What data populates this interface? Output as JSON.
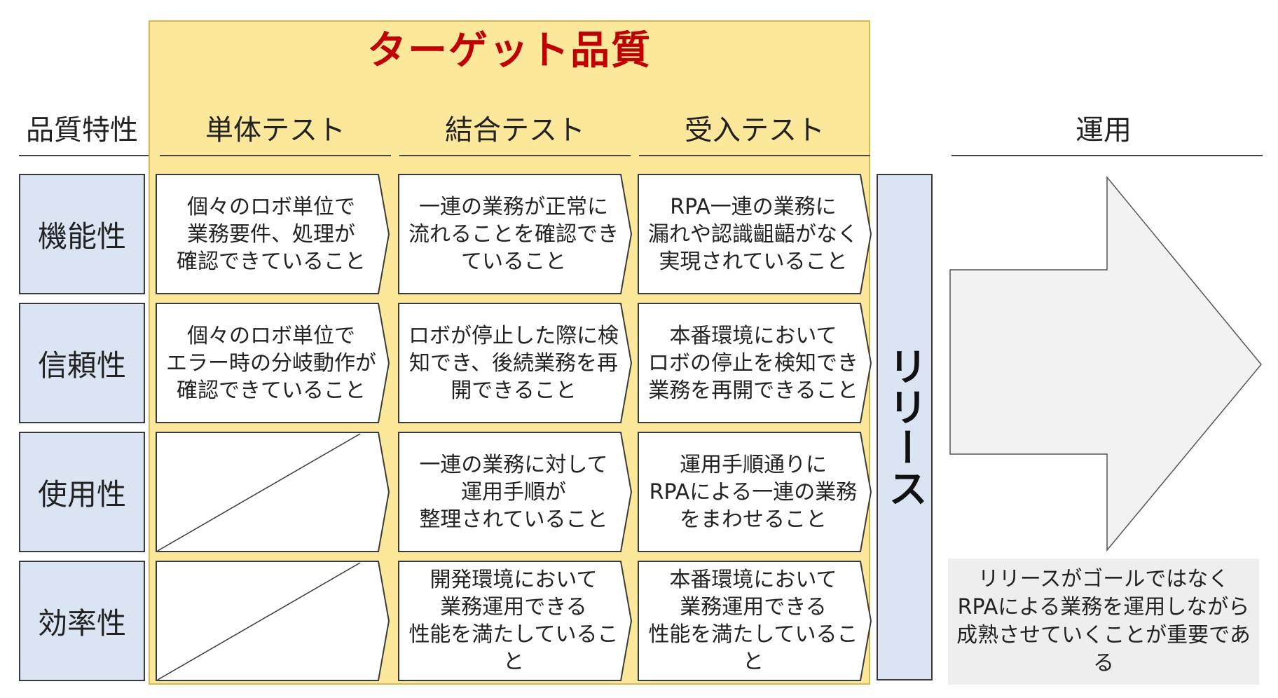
{
  "title": "ターゲット品質",
  "headers": {
    "attribute": "品質特性",
    "unit": "単体テスト",
    "integration": "結合テスト",
    "acceptance": "受入テスト",
    "operation": "運用"
  },
  "rows": [
    {
      "label": "機能性",
      "unit": "個々のロボ単位で\n業務要件、処理が\n確認できていること",
      "integration": "一連の業務が正常に\n流れることを確認でき\nていること",
      "acceptance": "RPA一連の業務に\n漏れや認識齟齬がなく\n実現されていること"
    },
    {
      "label": "信頼性",
      "unit": "個々のロボ単位で\nエラー時の分岐動作が\n確認できていること",
      "integration": "ロボが停止した際に検\n知でき、後続業務を再\n開できること",
      "acceptance": "本番環境において\nロボの停止を検知でき\n業務を再開できること"
    },
    {
      "label": "使用性",
      "unit": "",
      "integration": "一連の業務に対して\n運用手順が\n整理されていること",
      "acceptance": "運用手順通りに\nRPAによる一連の業務\nをまわせること"
    },
    {
      "label": "効率性",
      "unit": "",
      "integration": "開発環境において\n業務運用できる\n性能を満たしていること",
      "acceptance": "本番環境において\n業務運用できる\n性能を満たしていること"
    }
  ],
  "release_label": "リリース",
  "note": "リリースがゴールではなく\nRPAによる業務を運用しながら\n成熟させていくことが重要である",
  "colors": {
    "panel": "#fce89a",
    "title": "#c00000",
    "label_fill": "#dbe4f3",
    "arrow_fill": "#f2f2f2",
    "note_fill": "#eeeeee"
  }
}
